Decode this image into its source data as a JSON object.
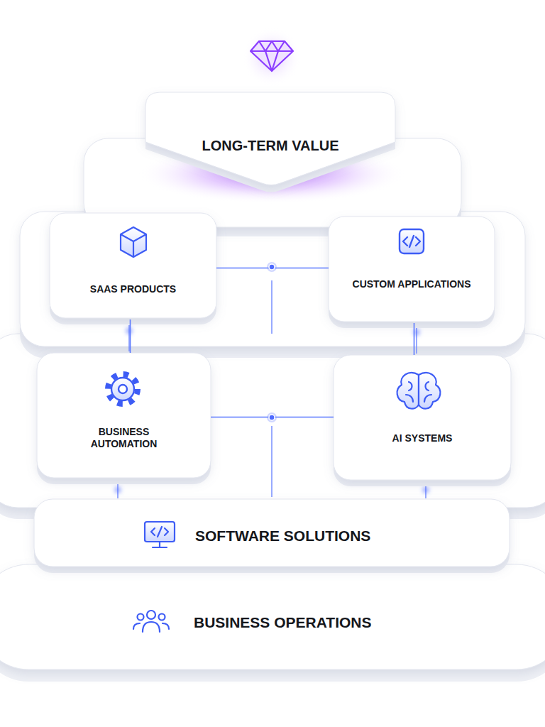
{
  "diagram": {
    "nodes": [
      {
        "text": [
          "LONG-TERM VALUE"
        ]
      },
      {
        "text": [
          "SAAS PRODUCTS"
        ]
      },
      {
        "text": [
          "CUSTOM APPLICATIONS"
        ]
      },
      {
        "text": [
          "BUSINESS AUTOMATION"
        ]
      },
      {
        "text": [
          "AI SYSTEMS"
        ]
      },
      {
        "text": [
          "SOFTWARE SOLUTIONS"
        ]
      },
      {
        "text": [
          "BUSINESS OPERATIONS"
        ]
      }
    ],
    "edges": [
      {
        "from": 1,
        "to": 2,
        "arrow": "none"
      },
      {
        "from": 3,
        "to": 4,
        "arrow": "none"
      },
      {
        "from": 1,
        "to": 3,
        "arrow": "none"
      },
      {
        "from": 2,
        "to": 4,
        "arrow": "none"
      }
    ]
  }
}
